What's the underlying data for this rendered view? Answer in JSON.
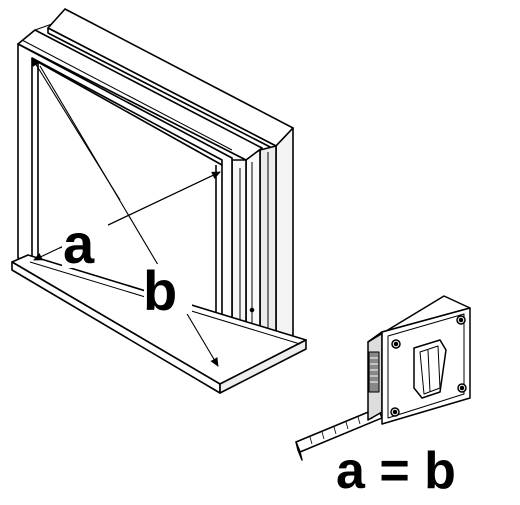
{
  "labels": {
    "diagonal_a": "a",
    "diagonal_b": "b",
    "equation": "a = b"
  },
  "colors": {
    "stroke": "#000000",
    "fill": "#ffffff",
    "shade": "#e6e6e6"
  },
  "icons": {
    "frame": "window-frame-icon",
    "tape": "tape-measure-icon"
  }
}
